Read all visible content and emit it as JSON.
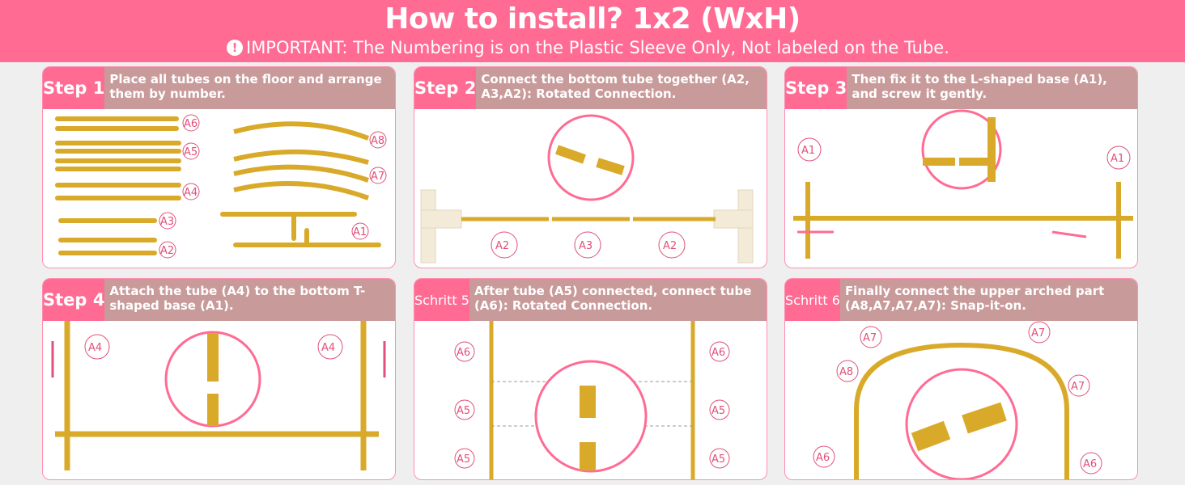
{
  "header": {
    "title": "How to install? 1x2 (WxH)",
    "important": "IMPORTANT: The Numbering is on the Plastic Sleeve Only, Not labeled on the Tube.",
    "icon": "exclamation-icon"
  },
  "colors": {
    "pink": "#ff6b93",
    "header_bg": "#c99a9a",
    "gold": "#d9aa2a"
  },
  "steps": [
    {
      "label": "Step 1",
      "desc": "Place all tubes on the floor and arrange them by number.",
      "parts": [
        "A6",
        "A5",
        "A4",
        "A3",
        "A2",
        "A8",
        "A7",
        "A1"
      ]
    },
    {
      "label": "Step 2",
      "desc": "Connect the bottom tube together (A2, A3,A2): Rotated Connection.",
      "parts": [
        "A2",
        "A3",
        "A2"
      ]
    },
    {
      "label": "Step 3",
      "desc": "Then fix it to the L-shaped base (A1), and screw it gently.",
      "parts": [
        "A1",
        "A1"
      ]
    },
    {
      "label": "Step 4",
      "desc": "Attach the tube (A4) to the bottom T-shaped base (A1).",
      "parts": [
        "A4",
        "A4"
      ]
    },
    {
      "label": "Schritt 5",
      "desc": "After tube (A5) connected, connect tube (A6): Rotated Connection.",
      "parts": [
        "A6",
        "A5",
        "A5",
        "A6",
        "A5",
        "A5"
      ]
    },
    {
      "label": "Schritt 6",
      "desc": "Finally connect the upper arched part (A8,A7,A7,A7): Snap-it-on.",
      "parts": [
        "A7",
        "A7",
        "A8",
        "A7",
        "A6",
        "A6"
      ]
    }
  ]
}
